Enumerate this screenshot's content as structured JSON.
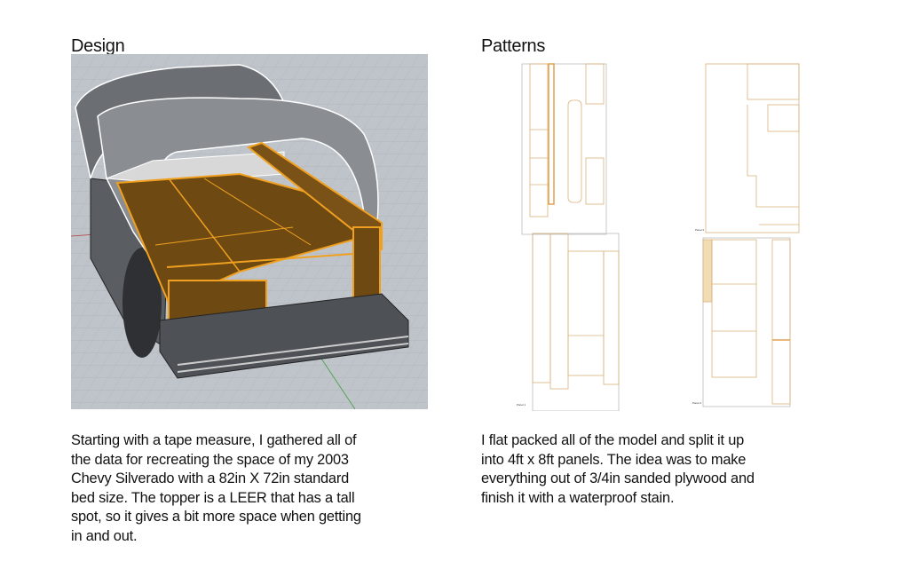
{
  "design": {
    "heading": "Design",
    "description_lines": [
      "Starting with a tape measure, I gathered all of",
      "the data for recreating the space of my 2003",
      "Chevy Silverado with a 82in X 72in standard",
      "bed size. The topper is a LEER that has a tall",
      "spot, so it gives a bit more space when getting",
      "in and out."
    ]
  },
  "patterns": {
    "heading": "Patterns",
    "panel_labels": [
      "Panel 1",
      "Panel 2",
      "Panel 4"
    ],
    "description_lines": [
      "I flat packed all of the model and split it up",
      "into 4ft x 8ft panels. The idea was to make",
      "everything out of 3/4in sanded plywood and",
      "finish it with a waterproof stain."
    ]
  },
  "colors": {
    "wood": "#6e4a12",
    "edge": "#f0a020",
    "pattern_line": "#d9b27a"
  }
}
